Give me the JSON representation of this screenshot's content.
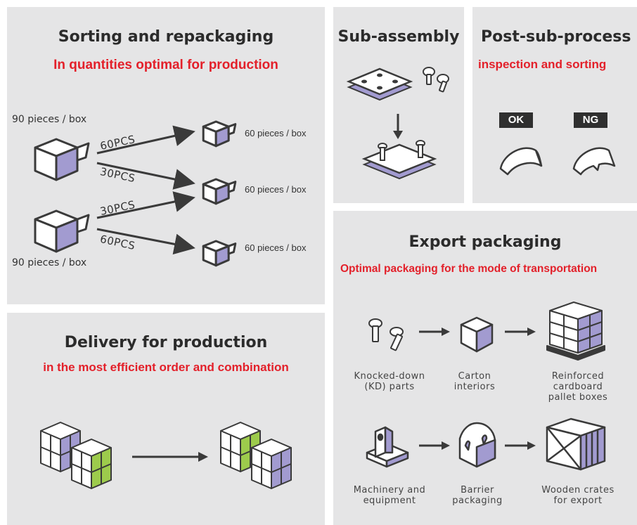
{
  "sorting": {
    "title": "Sorting and repackaging",
    "subtitle": "In quantities optimal for production",
    "left_label_top": "90 pieces / box",
    "left_label_bottom": "90 pieces / box",
    "arrows": [
      "60PCS",
      "30PCS",
      "30PCS",
      "60PCS"
    ],
    "right_labels": [
      "60 pieces / box",
      "60 pieces / box",
      "60 pieces / box"
    ]
  },
  "subassembly": {
    "title": "Sub-assembly"
  },
  "postsub": {
    "title": "Post-sub-process",
    "subtitle": "inspection and sorting",
    "ok": "OK",
    "ng": "NG"
  },
  "delivery": {
    "title": "Delivery for production",
    "subtitle": "in the most efficient order and combination"
  },
  "export": {
    "title": "Export packaging",
    "subtitle": "Optimal packaging for the mode of transportation",
    "row1": [
      "Knocked-down\n(KD) parts",
      "Carton\ninteriors",
      "Reinforced\ncardboard\npallet boxes"
    ],
    "row2": [
      "Machinery and\nequipment",
      "Barrier\npackaging",
      "Wooden crates\nfor export"
    ]
  },
  "colors": {
    "panel": "#e5e5e6",
    "accent_red": "#e3202a",
    "box_purple": "#a29bd0",
    "box_green": "#9dcb4c",
    "stroke": "#3a3a3a"
  }
}
